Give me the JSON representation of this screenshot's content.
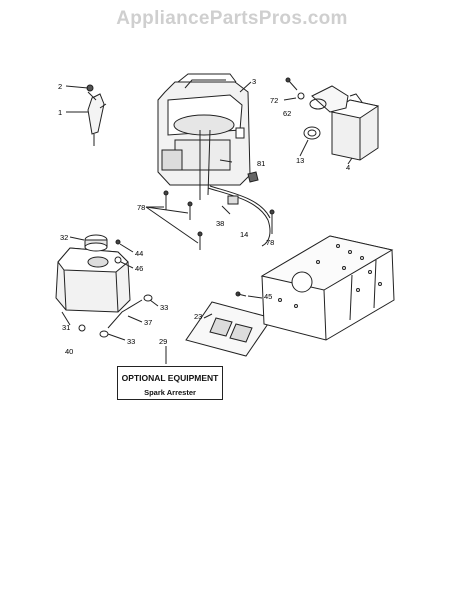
{
  "watermark": "AppliancePartsPros.com",
  "callouts": {
    "c2": "2",
    "c1": "1",
    "c3": "3",
    "c72": "72",
    "c62": "62",
    "c13": "13",
    "c4": "4",
    "c81": "81",
    "c78a": "78",
    "c38": "38",
    "c14": "14",
    "c78b": "78",
    "c32": "32",
    "c44": "44",
    "c46": "46",
    "c45": "45",
    "c33a": "33",
    "c23": "23",
    "c31": "31",
    "c37": "37",
    "c33b": "33",
    "c40": "40",
    "c29": "29"
  },
  "optional_box": {
    "title": "OPTIONAL EQUIPMENT",
    "subtitle": "Spark Arrester"
  }
}
